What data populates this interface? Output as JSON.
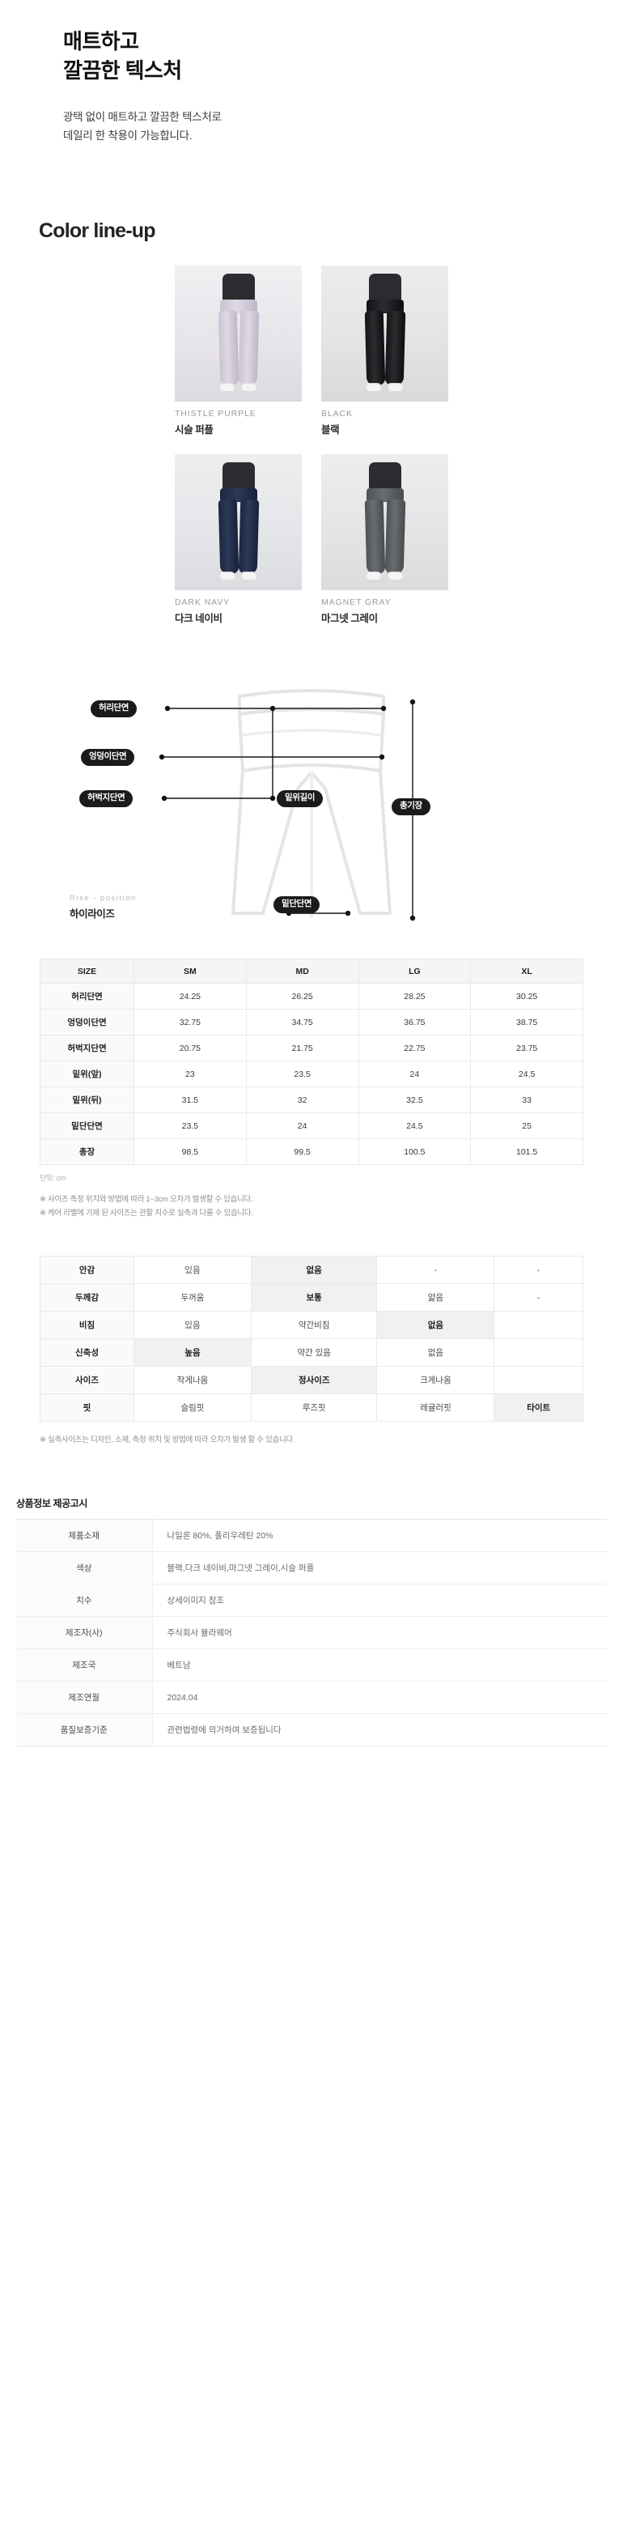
{
  "intro": {
    "heading_line1": "매트하고",
    "heading_line2": "깔끔한 텍스처",
    "body_line1": "광택 없이 매트하고 깔끔한 텍스처로",
    "body_line2": "데일리 한 착용이 가능합니다."
  },
  "colorSection": {
    "title": "Color line-up",
    "items": [
      {
        "en": "THISTLE PURPLE",
        "ko": "시슬 퍼플",
        "hex": "#cdc7d6",
        "class": "c-thistle",
        "bg": "bg-thistle"
      },
      {
        "en": "BLACK",
        "ko": "블랙",
        "hex": "#1a1a1c",
        "class": "c-black",
        "bg": "bg-black"
      },
      {
        "en": "DARK NAVY",
        "ko": "다크 네이비",
        "hex": "#222c46",
        "class": "c-navy",
        "bg": "bg-navy"
      },
      {
        "en": "MAGNET GRAY",
        "ko": "마그넷 그레이",
        "hex": "#55595e",
        "class": "c-gray",
        "bg": "bg-gray"
      }
    ]
  },
  "diagram": {
    "labels": {
      "waist": "허리단면",
      "hip": "엉덩이단면",
      "thigh": "허벅지단면",
      "rise_len": "밑위길이",
      "total_len": "총기장",
      "hem": "밑단단면"
    },
    "rise_en": "Rise - position",
    "rise_ko": "하이라이즈"
  },
  "sizeTable": {
    "columns": [
      "SIZE",
      "SM",
      "MD",
      "LG",
      "XL"
    ],
    "rows": [
      {
        "label": "허리단면",
        "values": [
          "24.25",
          "26.25",
          "28.25",
          "30.25"
        ]
      },
      {
        "label": "엉덩이단면",
        "values": [
          "32.75",
          "34.75",
          "36.75",
          "38.75"
        ]
      },
      {
        "label": "허벅지단면",
        "values": [
          "20.75",
          "21.75",
          "22.75",
          "23.75"
        ]
      },
      {
        "label": "밑위(앞)",
        "values": [
          "23",
          "23.5",
          "24",
          "24.5"
        ]
      },
      {
        "label": "밑위(뒤)",
        "values": [
          "31.5",
          "32",
          "32.5",
          "33"
        ]
      },
      {
        "label": "밑단단면",
        "values": [
          "23.5",
          "24",
          "24.5",
          "25"
        ]
      },
      {
        "label": "총장",
        "values": [
          "98.5",
          "99.5",
          "100.5",
          "101.5"
        ]
      }
    ],
    "unit": "단위: cm",
    "notes": [
      "※ 사이즈 측정 위치와 방법에 따라 1~3cm 오차가 발생할 수 있습니다.",
      "※ 케어 라벨에 기재 된 사이즈는 관할 치수로 실측과 다를 수 있습니다."
    ]
  },
  "featureTable": {
    "rows": [
      {
        "label": "안감",
        "cells": [
          "있음",
          "없음",
          "-",
          "-"
        ],
        "highlight": 1
      },
      {
        "label": "두께감",
        "cells": [
          "두꺼움",
          "보통",
          "얇음",
          "-"
        ],
        "highlight": 1
      },
      {
        "label": "비침",
        "cells": [
          "있음",
          "약간비침",
          "없음",
          ""
        ],
        "highlight": 2
      },
      {
        "label": "신축성",
        "cells": [
          "높음",
          "약간 있음",
          "없음",
          ""
        ],
        "highlight": 0
      },
      {
        "label": "사이즈",
        "cells": [
          "작게나옴",
          "정사이즈",
          "크게나옴",
          ""
        ],
        "highlight": 1
      },
      {
        "label": "핏",
        "cells": [
          "슬림핏",
          "루즈핏",
          "레귤러핏",
          "타이트"
        ],
        "highlight": 3
      }
    ],
    "note": "※ 실측사이즈는 디자인, 소재, 측정 위치 및 방법에 따라 오차가 발생 할 수 있습니다."
  },
  "productInfo": {
    "title": "상품정보 제공고시",
    "rows": [
      {
        "label": "제품소재",
        "value": "나일론 80%, 폴리우레탄 20%"
      },
      {
        "label": "색상",
        "value": "블랙,다크 네이비,마그넷 그레이,시슬 퍼플"
      },
      {
        "label": "치수",
        "value": "상세이미지 참조"
      },
      {
        "label": "제조자(사)",
        "value": "주식회사 뮬라웨어"
      },
      {
        "label": "제조국",
        "value": "베트남"
      },
      {
        "label": "제조연월",
        "value": "2024.04"
      },
      {
        "label": "품질보증기준",
        "value": "관련법령에 의거하여 보증됩니다"
      }
    ]
  }
}
